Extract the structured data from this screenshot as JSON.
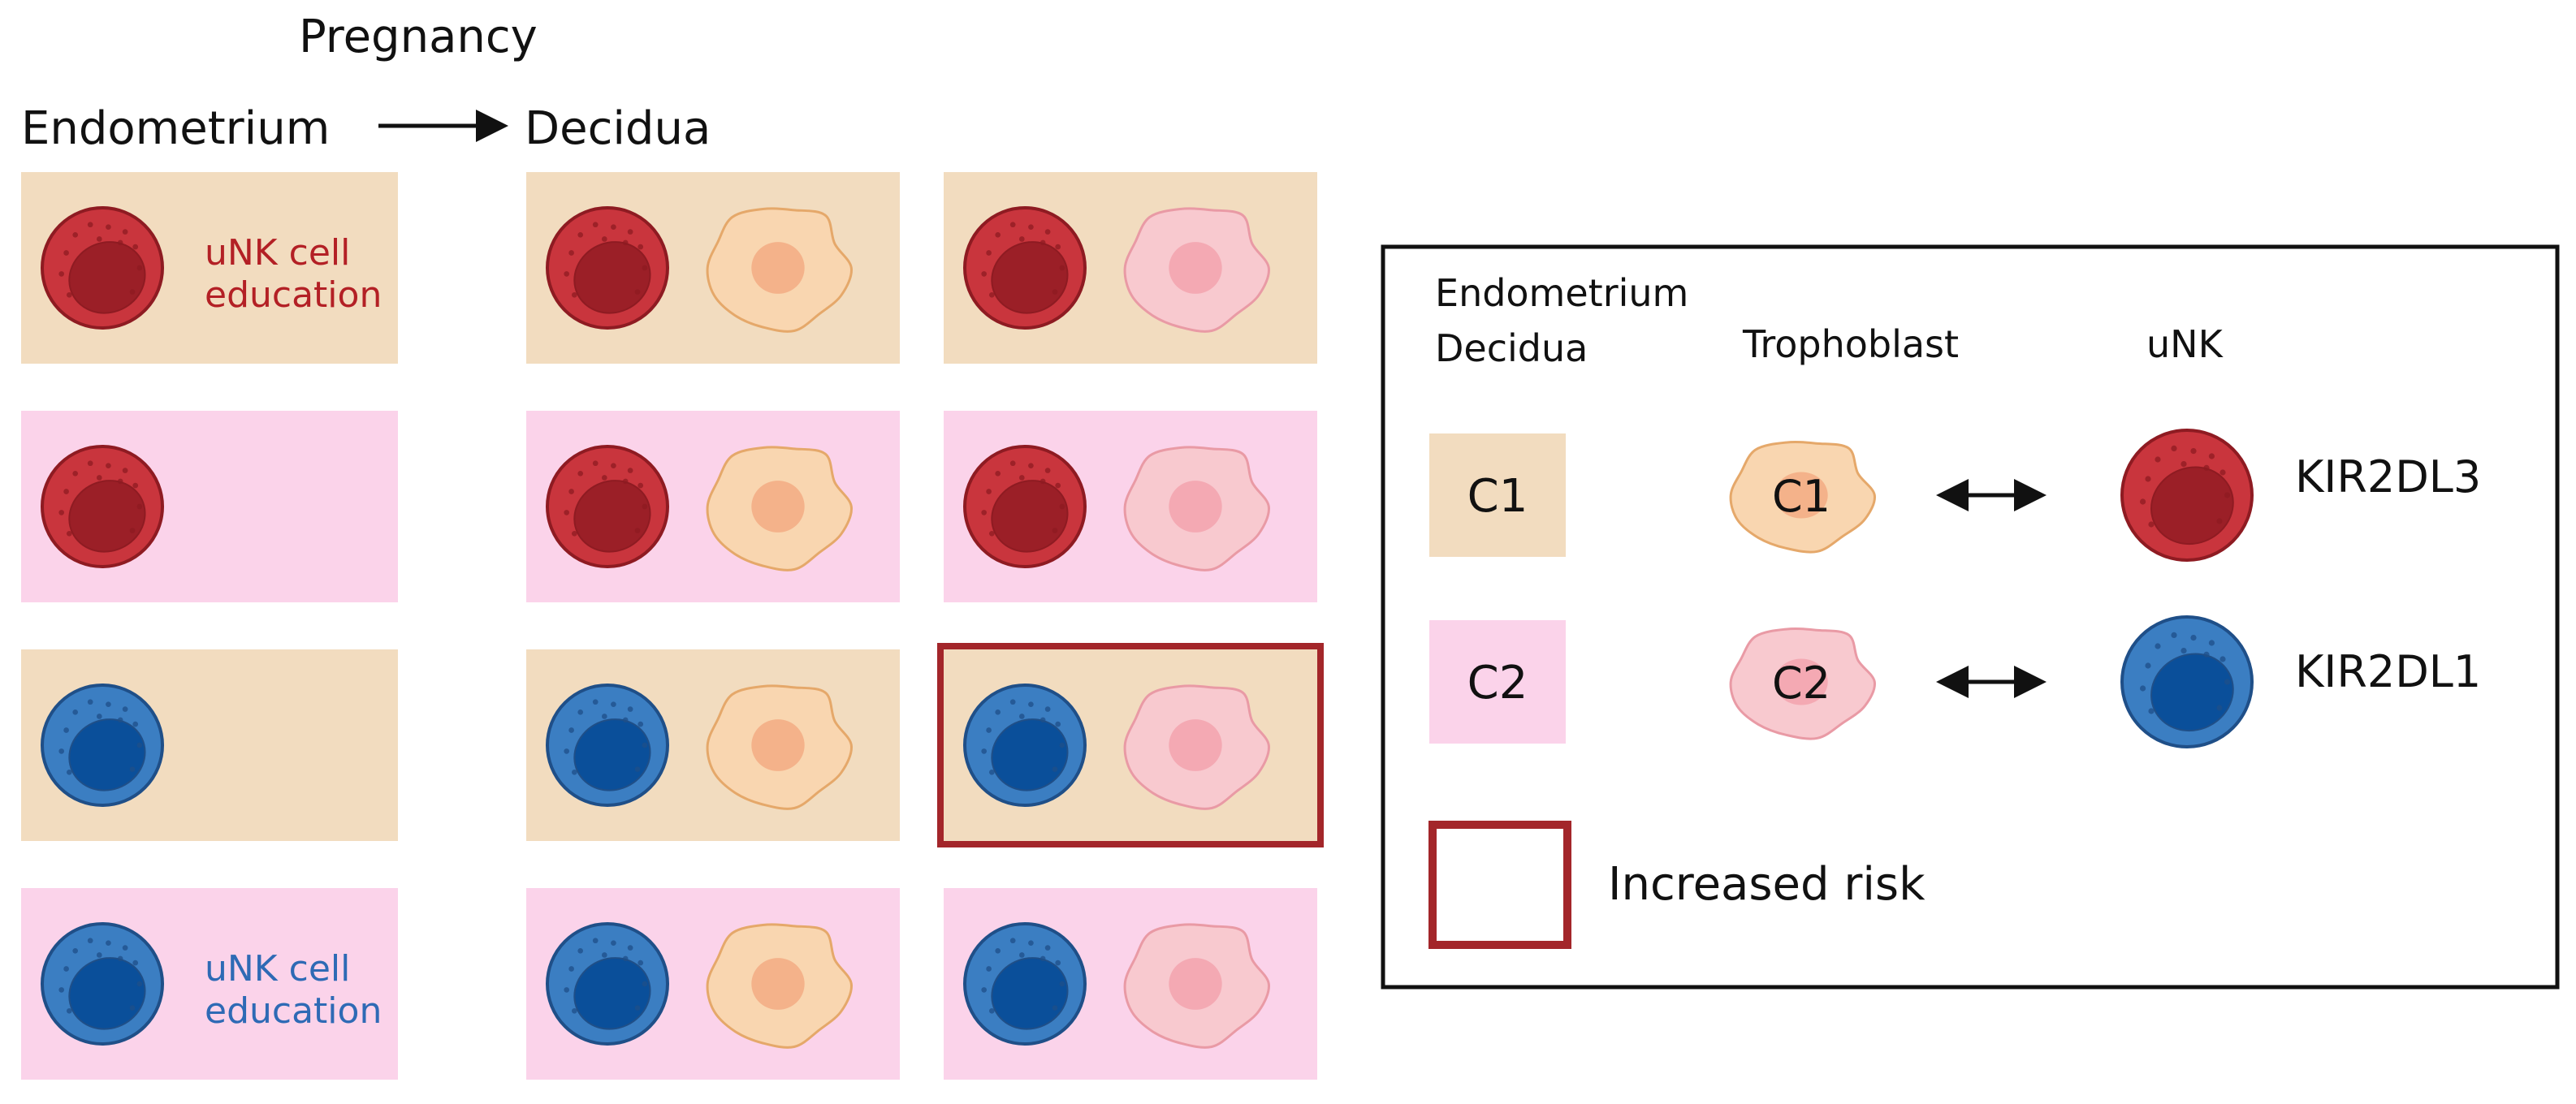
{
  "header": {
    "pregnancy": "Pregnancy",
    "endometrium": "Endometrium",
    "decidua": "Decidua"
  },
  "colors": {
    "c1_bg": "#f2dcbf",
    "c2_bg": "#fbd3ea",
    "risk_border": "#a3262a",
    "red_text": "#b32025",
    "blue_text": "#2e6ab5",
    "red_cell": "#c9353d",
    "blue_cell": "#3b7ec2",
    "troph_c1": "#f9d6b0",
    "troph_c2": "#f8c9cf"
  },
  "grid": {
    "rows": [
      {
        "bg": "C1",
        "cell": "red",
        "troph": [
          "C1",
          "C2"
        ],
        "label": [
          "uNK cell",
          "education"
        ],
        "risk_col": null
      },
      {
        "bg": "C2",
        "cell": "red",
        "troph": [
          "C1",
          "C2"
        ],
        "label": null,
        "risk_col": null
      },
      {
        "bg": "C1",
        "cell": "blue",
        "troph": [
          "C1",
          "C2"
        ],
        "label": null,
        "risk_col": 2
      },
      {
        "bg": "C2",
        "cell": "blue",
        "troph": [
          "C1",
          "C2"
        ],
        "label": [
          "uNK cell",
          "education"
        ],
        "risk_col": null
      }
    ]
  },
  "legend": {
    "endometrium": "Endometrium",
    "decidua": "Decidua",
    "trophoblast": "Trophoblast",
    "unk": "uNK",
    "rows": [
      {
        "box": "C1",
        "troph": "C1",
        "kir": "KIR2DL3",
        "cell": "red"
      },
      {
        "box": "C2",
        "troph": "C2",
        "kir": "KIR2DL1",
        "cell": "blue"
      }
    ],
    "risk_label": "Increased risk"
  }
}
